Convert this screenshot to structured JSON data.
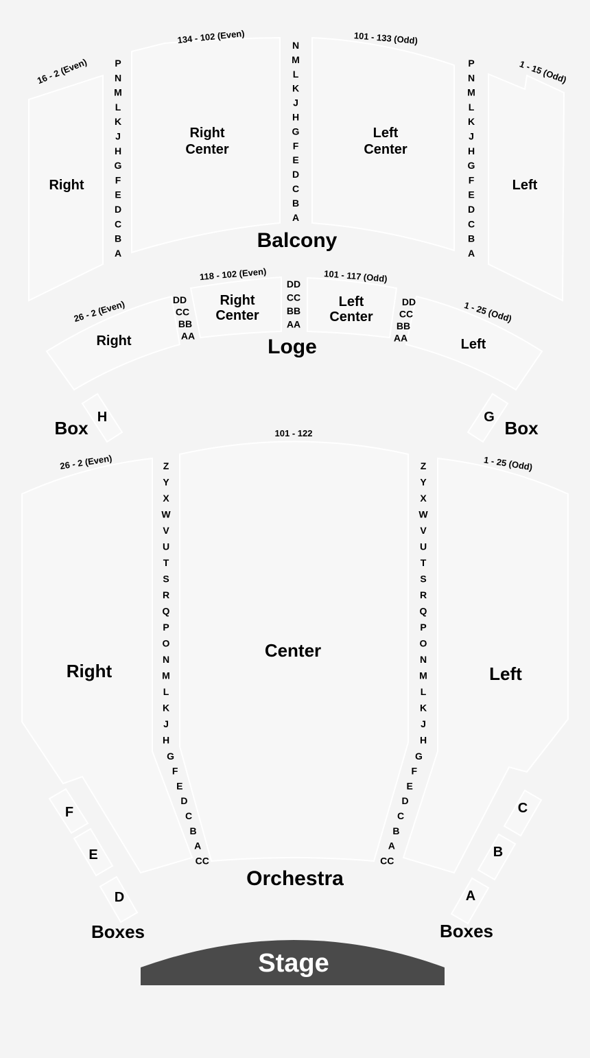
{
  "colors": {
    "background": "#f4f4f4",
    "section_fill": "#f7f7f7",
    "section_outline": "#ffffff",
    "stage": "#4a4a4a"
  },
  "balcony": {
    "title": "Balcony",
    "right": "Right",
    "right_center": [
      "Right",
      "Center"
    ],
    "left_center": [
      "Left",
      "Center"
    ],
    "left": "Left",
    "seat_right": "16 - 2 (Even)",
    "seat_right_center": "134 - 102 (Even)",
    "seat_left_center": "101 - 133 (Odd)",
    "seat_left": "1 - 15 (Odd)",
    "rows_side": [
      "P",
      "N",
      "M",
      "L",
      "K",
      "J",
      "H",
      "G",
      "F",
      "E",
      "D",
      "C",
      "B",
      "A"
    ],
    "rows_center": [
      "N",
      "M",
      "L",
      "K",
      "J",
      "H",
      "G",
      "F",
      "E",
      "D",
      "C",
      "B",
      "A"
    ]
  },
  "loge": {
    "title": "Loge",
    "right": "Right",
    "right_center": [
      "Right",
      "Center"
    ],
    "left_center": [
      "Left",
      "Center"
    ],
    "left": "Left",
    "seat_right": "26 - 2 (Even)",
    "seat_right_center": "118 - 102 (Even)",
    "seat_left_center": "101 - 117 (Odd)",
    "seat_left": "1 - 25 (Odd)",
    "rows": [
      "DD",
      "CC",
      "BB",
      "AA"
    ]
  },
  "boxes_upper": {
    "label": "Box",
    "left_box": "H",
    "right_box": "G"
  },
  "orchestra": {
    "title": "Orchestra",
    "right": "Right",
    "center": "Center",
    "left": "Left",
    "seat_right": "26 - 2 (Even)",
    "seat_center": "101 - 122",
    "seat_left": "1 - 25 (Odd)",
    "rows": [
      "Z",
      "Y",
      "X",
      "W",
      "V",
      "U",
      "T",
      "S",
      "R",
      "Q",
      "P",
      "O",
      "N",
      "M",
      "L",
      "K",
      "J",
      "H",
      "G",
      "F",
      "E",
      "D",
      "C",
      "B",
      "A",
      "CC"
    ]
  },
  "boxes_lower": {
    "label": "Boxes",
    "left_boxes": [
      "F",
      "E",
      "D"
    ],
    "right_boxes": [
      "C",
      "B",
      "A"
    ]
  },
  "stage": {
    "label": "Stage"
  }
}
